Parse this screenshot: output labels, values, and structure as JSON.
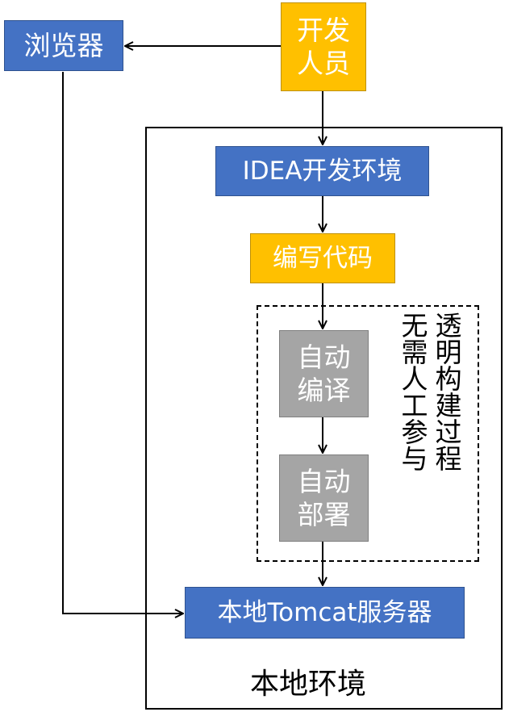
{
  "nodes": {
    "browser": "浏览器",
    "developer": "开发\n人员",
    "idea": "IDEA开发环境",
    "write_code": "编写代码",
    "auto_compile": "自动\n编译",
    "auto_deploy": "自动\n部署",
    "tomcat": "本地Tomcat服务器"
  },
  "labels": {
    "local_env": "本地环境",
    "transparent_build": "透明构建过程",
    "no_manual": "无需人工参与"
  },
  "colors": {
    "blue": "#4472c4",
    "gold": "#ffc000",
    "gray": "#a5a5a5"
  }
}
